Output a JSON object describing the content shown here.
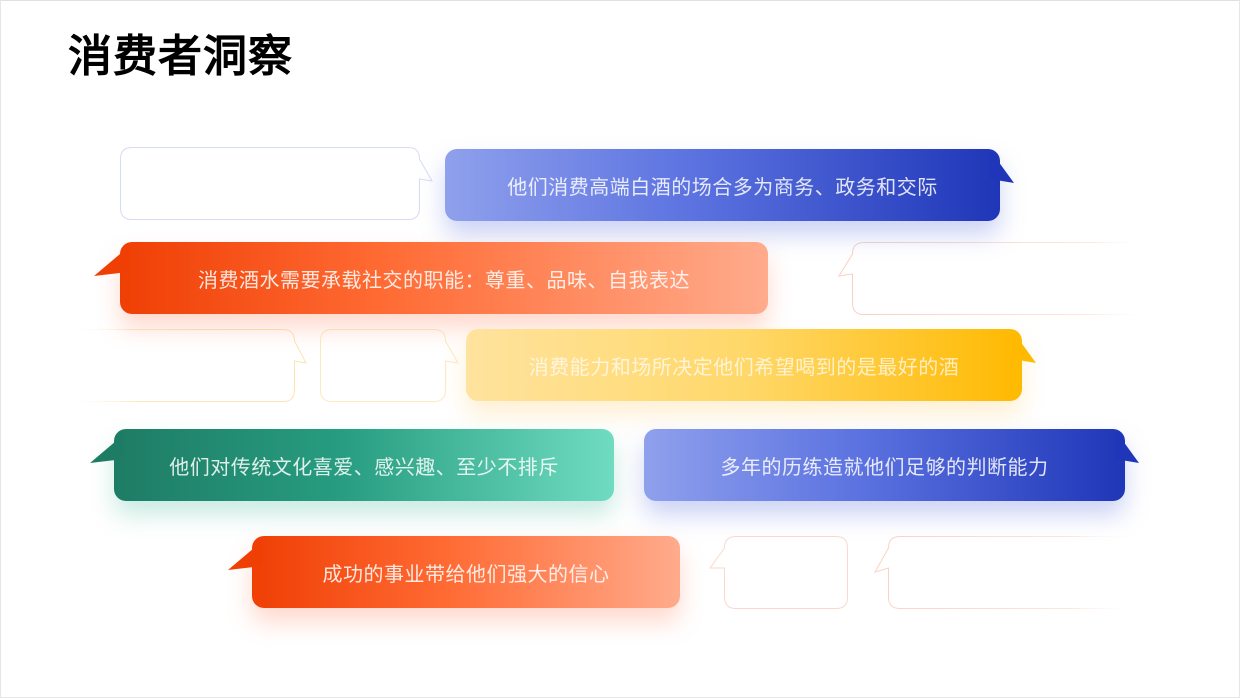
{
  "slide": {
    "title": "消费者洞察"
  },
  "bubbles": [
    {
      "id": "b1",
      "text": "他们消费高端白酒的场合多为商务、政务和交际",
      "theme": "blue",
      "tail": "right"
    },
    {
      "id": "b2",
      "text": "消费酒水需要承载社交的职能：尊重、品味、自我表达",
      "theme": "orange",
      "tail": "left"
    },
    {
      "id": "b3",
      "text": "消费能力和场所决定他们希望喝到的是最好的酒",
      "theme": "yellow",
      "tail": "right"
    },
    {
      "id": "b4",
      "text": "他们对传统文化喜爱、感兴趣、至少不排斥",
      "theme": "green",
      "tail": "left"
    },
    {
      "id": "b5",
      "text": "多年的历练造就他们足够的判断能力",
      "theme": "blue",
      "tail": "right"
    },
    {
      "id": "b6",
      "text": "成功的事业带给他们强大的信心",
      "theme": "orange",
      "tail": "left"
    }
  ],
  "colors": {
    "blue_start": "#8fa0ec",
    "blue_end": "#1f36b8",
    "orange_start": "#ef3f05",
    "orange_end": "#ffab8c",
    "yellow_start": "#ffe39e",
    "yellow_end": "#ffb900",
    "green_start": "#1e7c64",
    "green_end": "#6fdcc0"
  }
}
